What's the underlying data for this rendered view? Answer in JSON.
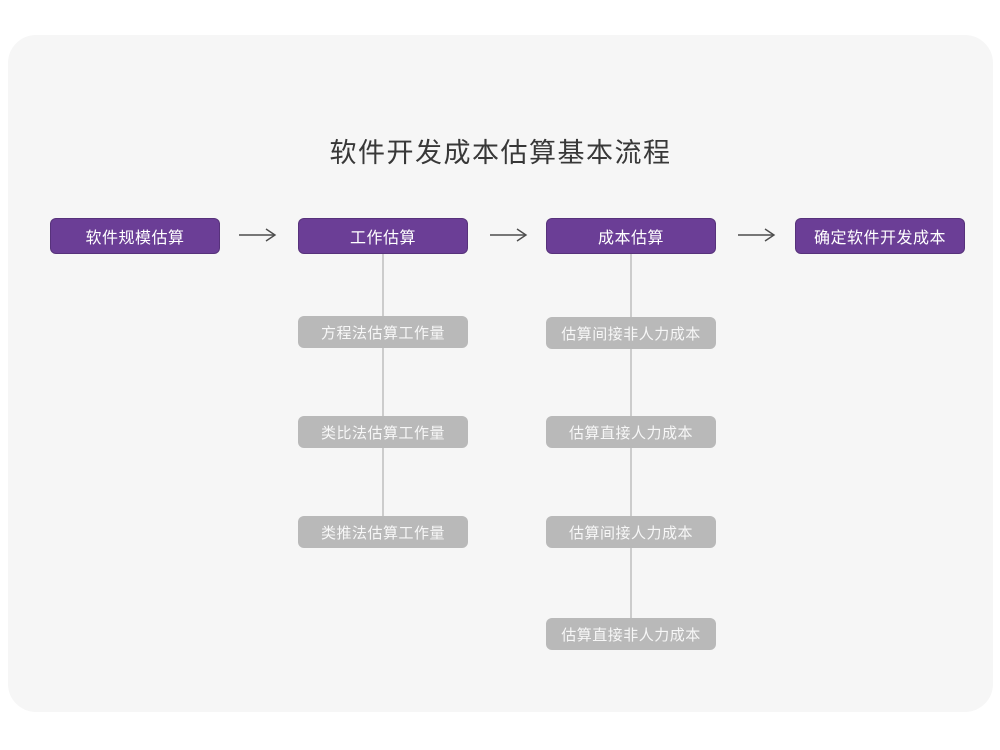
{
  "page": {
    "title": "软件开发成本估算基本流程"
  },
  "colors": {
    "primary_node": "#6b3e96",
    "substep_node": "#b9b9b9",
    "connector_line": "#cccccc",
    "arrow": "#4d4d4d",
    "card_background": "#f6f6f6",
    "page_background": "#ffffff",
    "node_text": "#ffffff",
    "title_text": "#383838"
  },
  "icons": {
    "arrow_right": "arrow-right-icon"
  },
  "flow": {
    "steps": [
      {
        "label": "软件规模估算"
      },
      {
        "label": "工作估算"
      },
      {
        "label": "成本估算"
      },
      {
        "label": "确定软件开发成本"
      }
    ],
    "effort_substeps": [
      "方程法估算工作量",
      "类比法估算工作量",
      "类推法估算工作量"
    ],
    "cost_substeps": [
      "估算间接非人力成本",
      "估算直接人力成本",
      "估算间接人力成本",
      "估算直接非人力成本"
    ]
  }
}
